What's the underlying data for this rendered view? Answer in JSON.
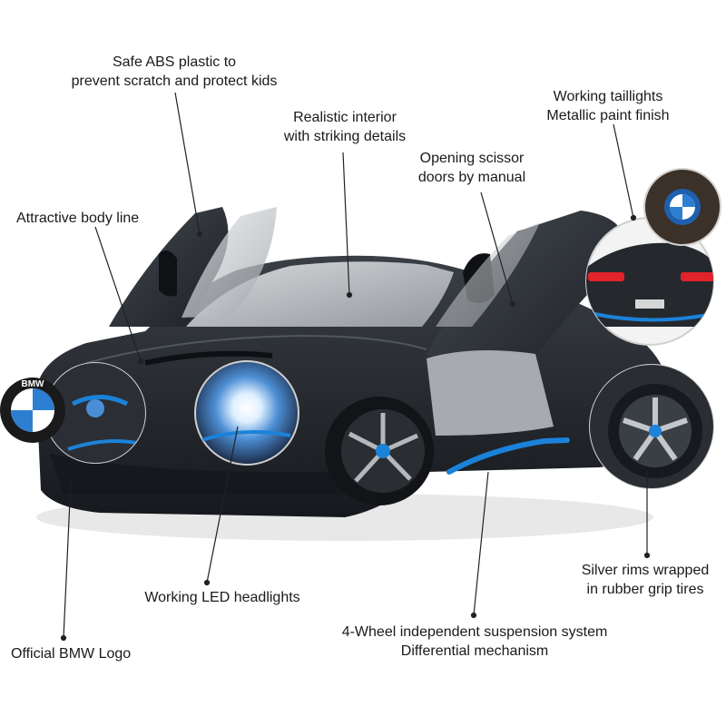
{
  "annotations": {
    "abs_plastic": [
      "Safe ABS plastic to",
      "prevent scratch and protect kids"
    ],
    "interior": [
      "Realistic interior",
      "with striking details"
    ],
    "taillights": [
      "Working taillights",
      "Metallic paint finish"
    ],
    "scissor_doors": [
      "Opening scissor",
      "doors by manual"
    ],
    "body_line": [
      "Attractive body line"
    ],
    "rims": [
      "Silver rims wrapped",
      "in rubber grip tires"
    ],
    "headlights": [
      "Working LED headlights"
    ],
    "suspension": [
      "4-Wheel independent suspension system",
      "Differential mechanism"
    ],
    "logo": [
      "Official BMW Logo"
    ]
  },
  "colors": {
    "car_body": "#23272d",
    "accent_blue": "#1b82d9",
    "glass": "#c9cdd1",
    "rim": "#a9adb2",
    "text": "#1a1a1a"
  },
  "badge": {
    "letters": "BMW"
  }
}
